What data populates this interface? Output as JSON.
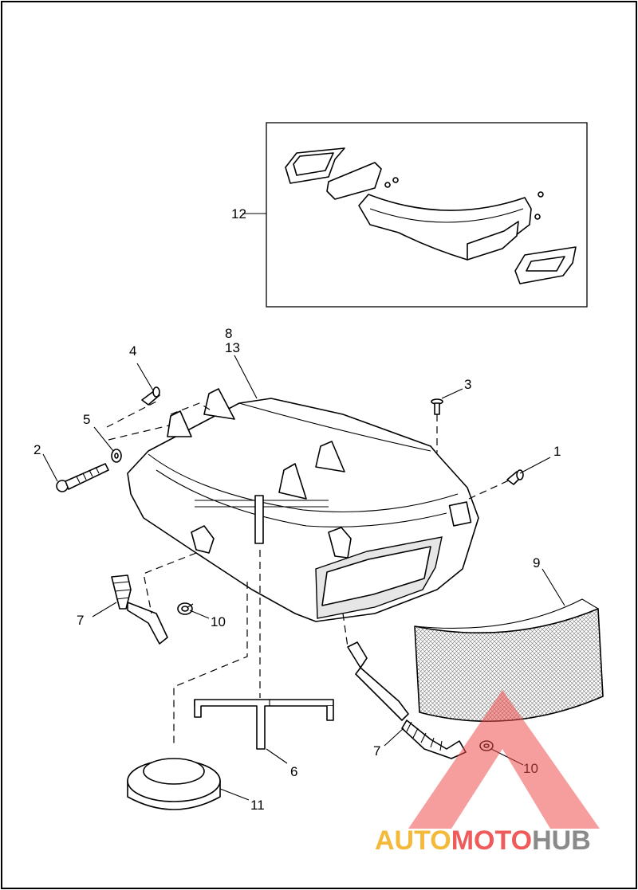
{
  "callouts": {
    "c1": "1",
    "c2": "2",
    "c3": "3",
    "c4": "4",
    "c5": "5",
    "c6": "6",
    "c7a": "7",
    "c7b": "7",
    "c8": "8",
    "c9": "9",
    "c10a": "10",
    "c10b": "10",
    "c11": "11",
    "c12": "12",
    "c13": "13"
  },
  "watermark": {
    "part1": "AUTO",
    "part2": "MOTO",
    "part3": "HUB",
    "colors": {
      "auto": "#f5b93a",
      "moto": "#ef5a5a",
      "hub": "#8a8a8a",
      "triangle": "#ee4c4c"
    }
  }
}
